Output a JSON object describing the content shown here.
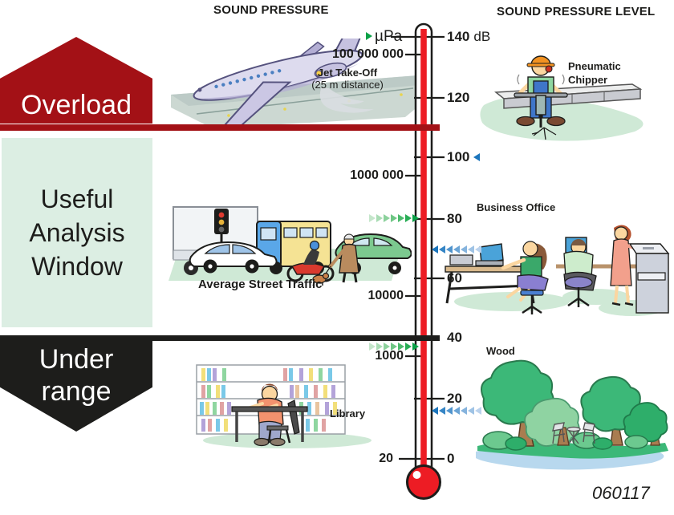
{
  "titles": {
    "sound_pressure": "SOUND PRESSURE",
    "sound_pressure_level": "SOUND PRESSURE LEVEL"
  },
  "zones": {
    "overload": {
      "label": "Overload"
    },
    "useful": {
      "lines": [
        "Useful",
        "Analysis",
        "Window"
      ]
    },
    "under": {
      "lines": [
        "Under",
        "range"
      ]
    }
  },
  "scale": {
    "pressure_unit": "µPa",
    "level_unit": "dB",
    "pressure_labels": [
      "100 000 000",
      "1000 000",
      "10000",
      "1000",
      "20"
    ],
    "level_labels": [
      "140",
      "120",
      "100",
      "80",
      "60",
      "40",
      "20",
      "0"
    ]
  },
  "annotations": {
    "jet_line1": "Jet Take-Off",
    "jet_line2": "(25 m distance)",
    "chipper_line1": "Pneumatic",
    "chipper_line2": "Chipper",
    "traffic": "Average Street Traffic",
    "office": "Business Office",
    "library": "Library",
    "wood": "Wood"
  },
  "footer": {
    "code": "060117"
  },
  "colors": {
    "bright_red": "#ed1c24",
    "dark_red": "#a31116",
    "ink": "#1d1d1b",
    "panel_green": "#dceee3",
    "arrow_green": "#0aa147",
    "arrow_blue": "#1b75bc"
  }
}
